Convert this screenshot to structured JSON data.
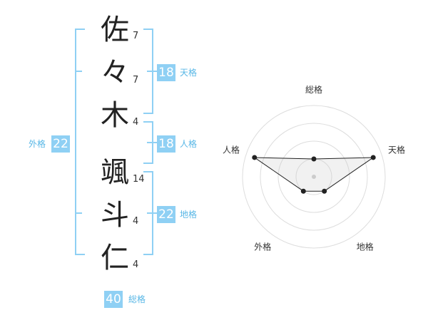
{
  "name_chars": [
    {
      "char": "佐",
      "strokes": "7"
    },
    {
      "char": "々",
      "strokes": "7"
    },
    {
      "char": "木",
      "strokes": "4"
    },
    {
      "char": "颯",
      "strokes": "14"
    },
    {
      "char": "斗",
      "strokes": "4"
    },
    {
      "char": "仁",
      "strokes": "4"
    }
  ],
  "kakusu": {
    "tenkaku": {
      "value": "18",
      "label": "天格"
    },
    "jinkaku": {
      "value": "18",
      "label": "人格"
    },
    "chikaku": {
      "value": "22",
      "label": "地格"
    },
    "gaikaku": {
      "value": "22",
      "label": "外格"
    },
    "soukaku": {
      "value": "40",
      "label": "総格"
    }
  },
  "colors": {
    "badge": "#8fd0f4",
    "label": "#58b7e6",
    "bracket": "#8fd0f4"
  },
  "chart_data": {
    "type": "radar",
    "axes": [
      "総格",
      "天格",
      "地格",
      "外格",
      "人格"
    ],
    "levels": 4,
    "max": 4,
    "values": [
      1,
      3.5,
      1,
      1,
      3.5
    ]
  }
}
